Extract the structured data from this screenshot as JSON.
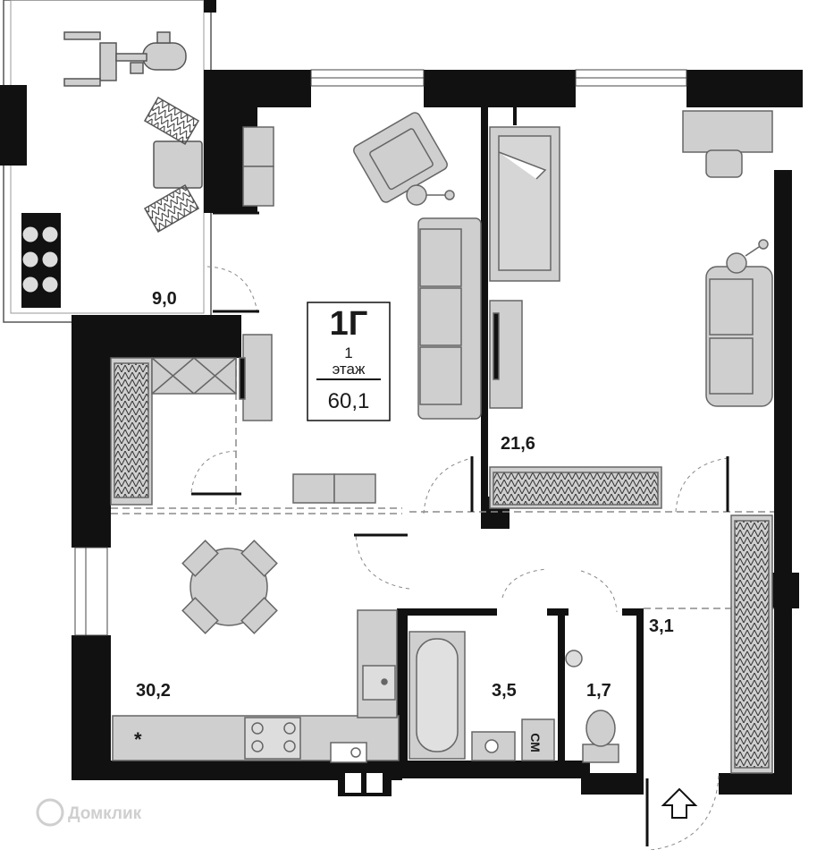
{
  "plan": {
    "apartment_type": "1Г",
    "floor_number": "1",
    "floor_word": "этаж",
    "total_area": "60,1"
  },
  "rooms": {
    "balcony": "9,0",
    "living": "21,6",
    "kitchen": "30,2",
    "bathroom": "3,5",
    "toilet": "1,7",
    "hall": "3,1"
  },
  "fixtures": {
    "washer_label": "СМ",
    "fridge_label": "*"
  },
  "watermark": "Домклик",
  "colors": {
    "wall": "#111111",
    "furniture": "#c9c9c9",
    "furniture_stroke": "#6f6f6f",
    "dashed": "#8a8a8a"
  }
}
